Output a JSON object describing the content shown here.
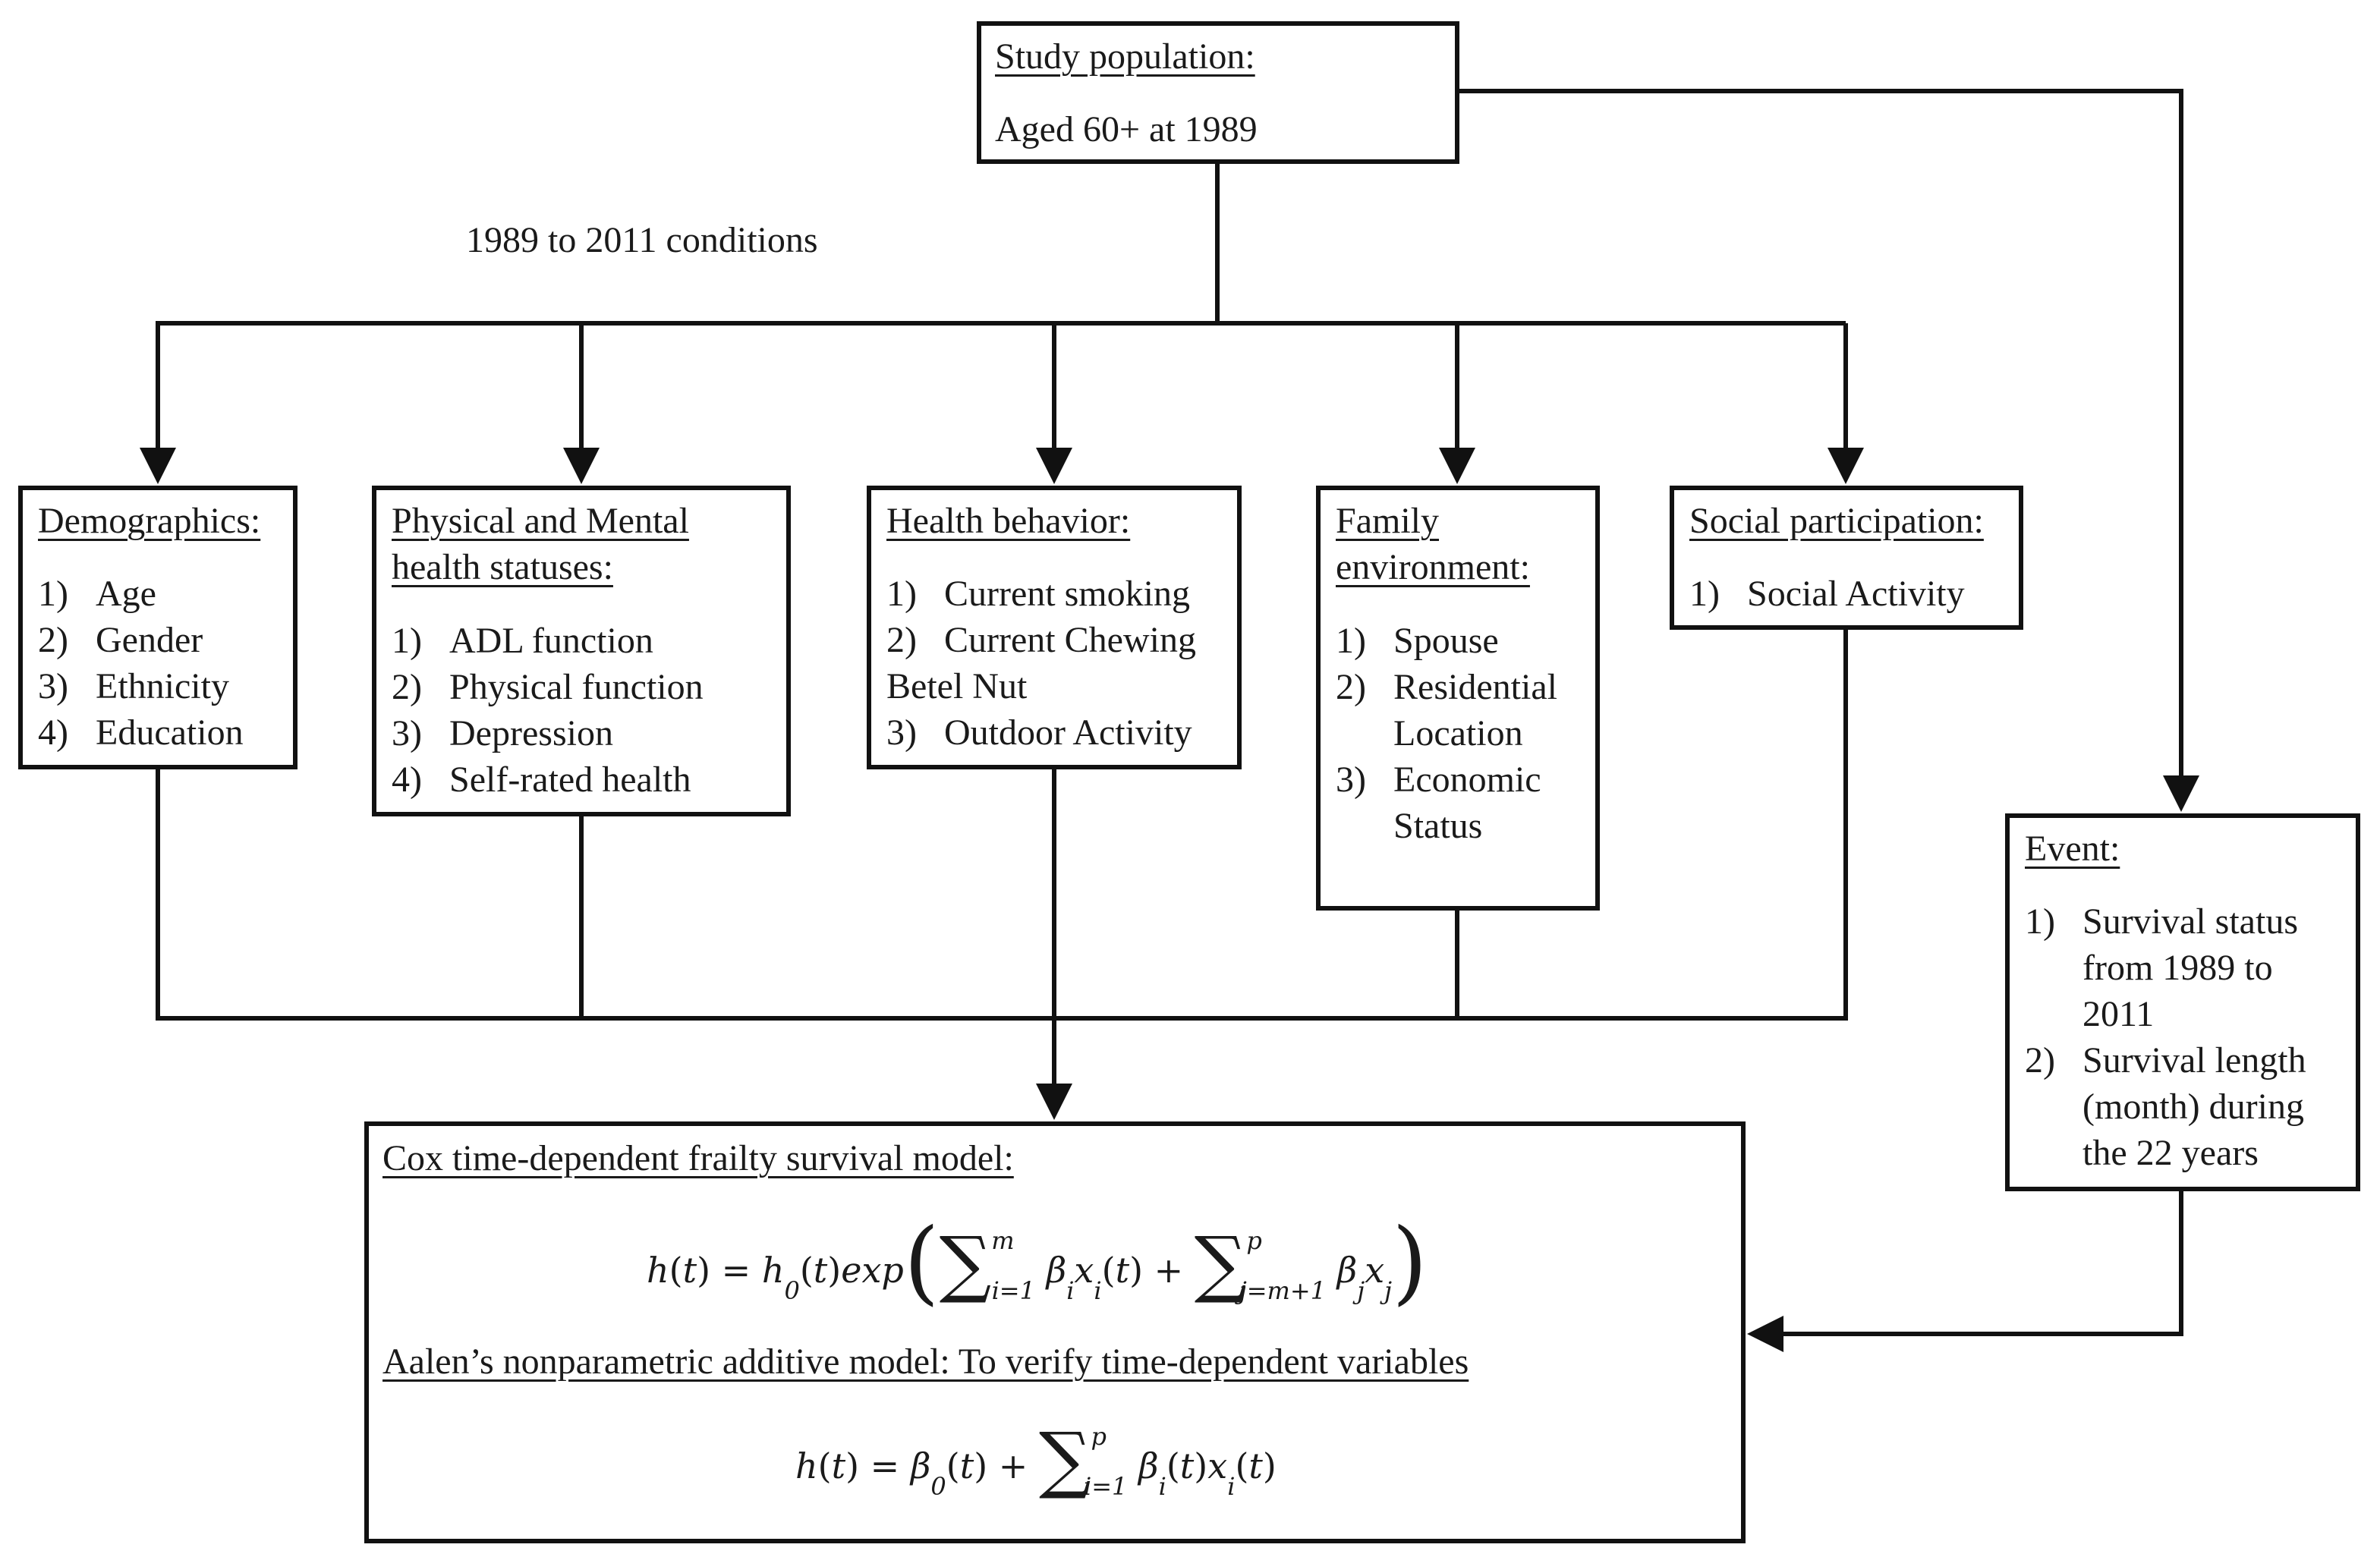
{
  "study_population": {
    "heading": "Study population:",
    "text": "Aged 60+ at 1989"
  },
  "conditions_label": "1989 to 2011 conditions",
  "demographics": {
    "heading": "Demographics:",
    "items": [
      "Age",
      "Gender",
      "Ethnicity",
      "Education"
    ]
  },
  "health_status": {
    "heading_line1": "Physical and Mental",
    "heading_line2": "health statuses:",
    "items": [
      "ADL function",
      "Physical function",
      "Depression",
      "Self-rated health"
    ]
  },
  "health_behavior": {
    "heading": "Health behavior:",
    "items": [
      "Current smoking",
      "Current Chewing Betel Nut",
      "Outdoor Activity"
    ]
  },
  "family_environment": {
    "heading_line1": "Family",
    "heading_line2": "environment:",
    "items": [
      "Spouse",
      "Residential Location",
      "Economic Status"
    ]
  },
  "social_participation": {
    "heading": "Social participation:",
    "items": [
      "Social Activity"
    ]
  },
  "event": {
    "heading": "Event:",
    "items": [
      "Survival status from 1989 to 2011",
      "Survival length (month) during the 22 years"
    ]
  },
  "model": {
    "cox_heading": "Cox time-dependent frailty survival model:",
    "aalen_heading": "Aalen’s nonparametric additive model: To verify time-dependent variables"
  }
}
